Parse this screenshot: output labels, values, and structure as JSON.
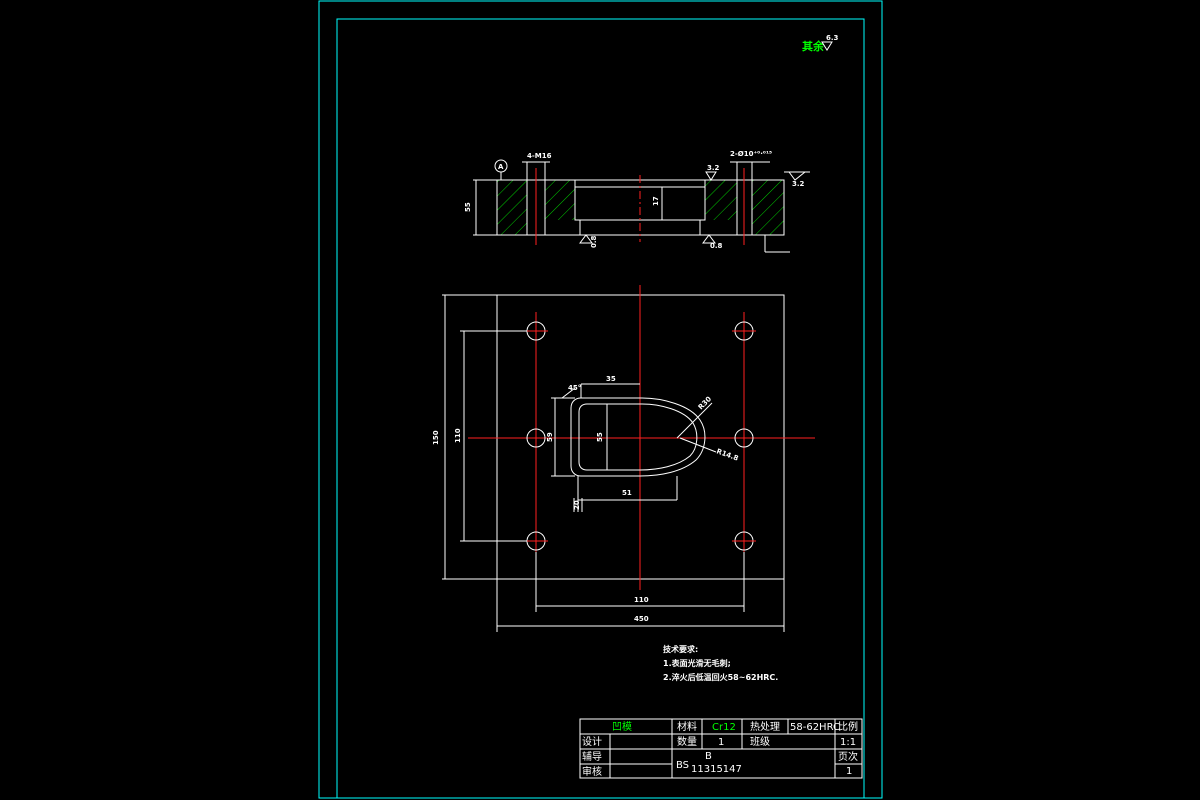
{
  "drawing": {
    "background": "#000000",
    "colors": {
      "frame": "#00ffff",
      "geometry": "#ffffff",
      "centerline": "#ff2020",
      "hatch": "#00cc00",
      "accent_text": "#00ff00"
    },
    "roughness_note": {
      "label": "其余",
      "value": "6.3"
    },
    "section_view": {
      "datum": "A",
      "hole_callout_left": "4-M16",
      "hole_callout_right": "2-Ø10⁺⁰·⁰¹⁵",
      "thickness": "55",
      "pocket_depth": "17",
      "roughness_top": "3.2",
      "roughness_right": "3.2",
      "roughness_bottom_left": "0.8",
      "roughness_bottom_right": "0.8"
    },
    "plan_view": {
      "width_overall": "450",
      "height_overall": "150",
      "hole_spacing_x": "110",
      "hole_spacing_y": "110",
      "slot_width": "35",
      "slot_length": "51",
      "slot_height_outer": "59",
      "slot_height_inner": "55",
      "radius_big": "R30",
      "radius_small": "R14.8",
      "chamfer": "45°",
      "edge_offset": "20"
    },
    "tech_requirements": {
      "title": "技术要求:",
      "items": [
        "1.表面光滑无毛刺;",
        "2.淬火后低温回火58~62HRC."
      ]
    },
    "title_block": {
      "part_name": "凹模",
      "material_label": "材料",
      "material_value": "Cr12",
      "heat_label": "热处理",
      "heat_value": "58-62HRC",
      "scale_label": "比例",
      "scale_value": "1:1",
      "quantity_label": "数量",
      "quantity_value": "1",
      "class_label": "班级",
      "page_label": "页次",
      "page_value": "1",
      "design_label": "设计",
      "guide_label": "辅导",
      "review_label": "审核",
      "code_prefix": "BS",
      "code_superscript": "B",
      "code_number": "11315147"
    }
  }
}
